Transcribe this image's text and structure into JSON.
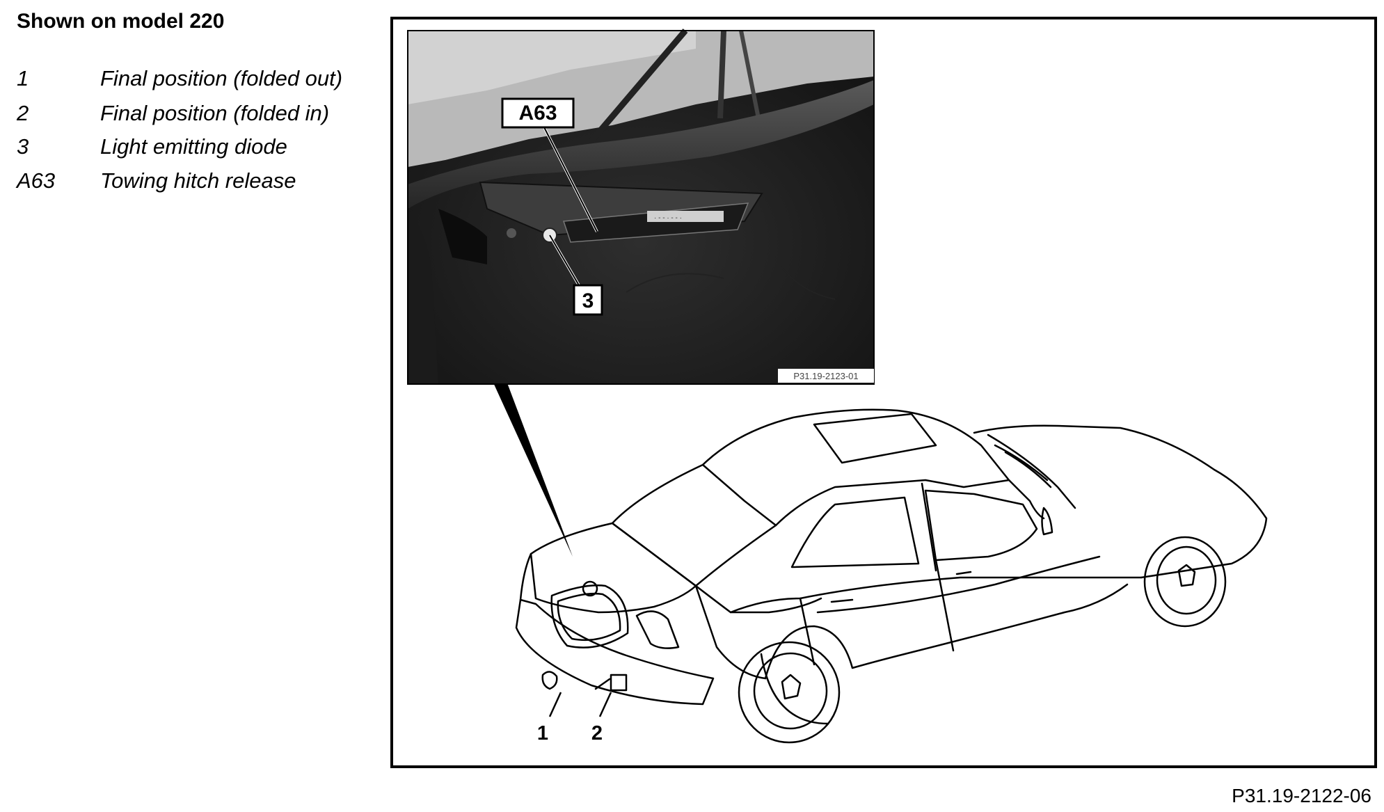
{
  "title": "Shown on model 220",
  "legend": [
    {
      "key": "1",
      "text": "Final position (folded out)"
    },
    {
      "key": "2",
      "text": "Final position (folded in)"
    },
    {
      "key": "3",
      "text": "Light emitting diode"
    },
    {
      "key": "A63",
      "text": "Towing hitch release"
    }
  ],
  "callouts": {
    "a63": "A63",
    "led": "3",
    "pos_out": "1",
    "pos_in": "2"
  },
  "inset_ref": "P31.19-2123-01",
  "figure_ref": "P31.19-2122-06"
}
